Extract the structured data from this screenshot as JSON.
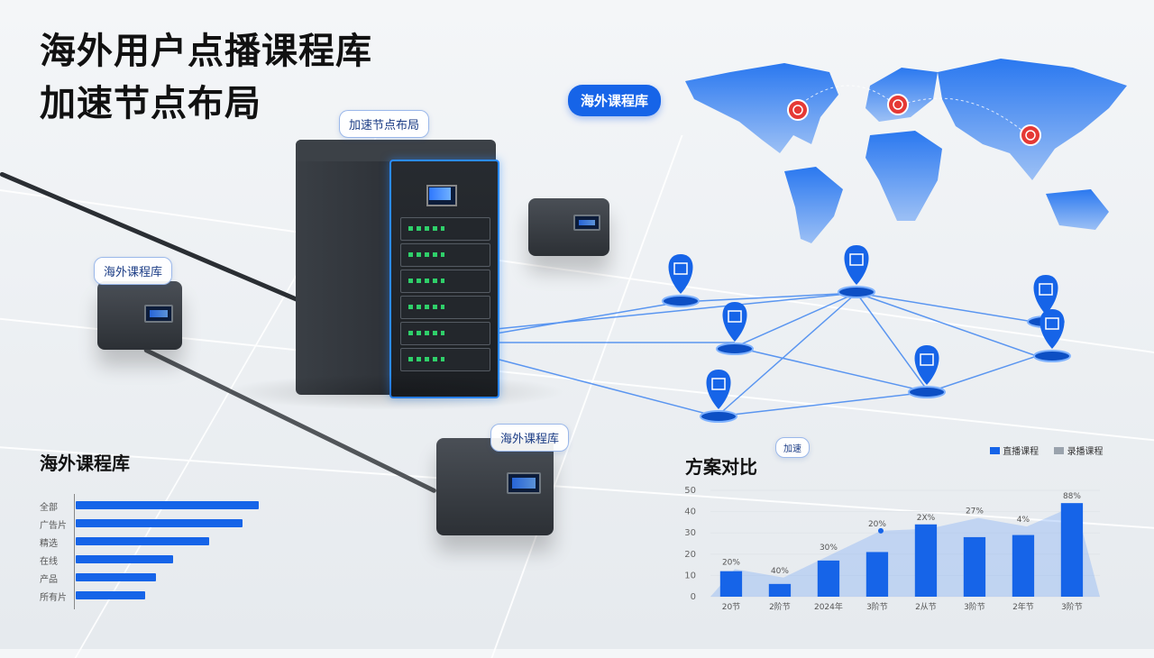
{
  "title": {
    "line1": "海外用户点播课程库",
    "line2": "加速节点布局"
  },
  "labels": {
    "tower_tag": "加速节点布局",
    "map_tag": "海外课程库",
    "left_unit_tag": "海外课程库",
    "bottom_unit_tag": "海外课程库"
  },
  "colors": {
    "accent": "#1664e8",
    "accent_light": "#8ab4f5",
    "alert": "#e53935",
    "dark": "#2c3035"
  },
  "map": {
    "markers": [
      {
        "name": "north-america",
        "icon": "warning-icon"
      },
      {
        "name": "europe",
        "icon": "warning-icon"
      },
      {
        "name": "asia",
        "icon": "warning-icon"
      }
    ]
  },
  "network": {
    "nodes": [
      {
        "icon": "server-icon"
      },
      {
        "icon": "folder-icon"
      },
      {
        "icon": "document-icon"
      },
      {
        "icon": "gear-icon"
      },
      {
        "icon": "chart-icon"
      },
      {
        "icon": "globe-icon"
      },
      {
        "icon": "database-icon"
      }
    ]
  },
  "left_panel": {
    "title": "海外课程库",
    "bars": [
      {
        "label": "全部",
        "value": 100
      },
      {
        "label": "广告片",
        "value": 91
      },
      {
        "label": "精选",
        "value": 73
      },
      {
        "label": "在线",
        "value": 53
      },
      {
        "label": "产品",
        "value": 44
      },
      {
        "label": "所有片",
        "value": 38
      }
    ]
  },
  "chart_data": {
    "type": "bar",
    "title": "方案对比",
    "categories": [
      "20节",
      "2阶节",
      "2024年",
      "3阶节",
      "2从节",
      "3阶节",
      "2年节",
      "3阶节"
    ],
    "series": [
      {
        "name": "直播课程",
        "values": [
          12,
          6,
          17,
          21,
          34,
          28,
          29,
          44
        ]
      },
      {
        "name": "录播课程",
        "values": [
          13,
          9,
          20,
          31,
          32,
          37,
          33,
          43
        ]
      }
    ],
    "data_labels": [
      "20%",
      "40%",
      "30%",
      "20%",
      "2X%",
      "27%",
      "4%",
      "88%"
    ],
    "tag": "加速",
    "ylim": [
      0,
      50
    ],
    "yticks": [
      0,
      10,
      20,
      30,
      40,
      50
    ],
    "legend": "top-right"
  }
}
